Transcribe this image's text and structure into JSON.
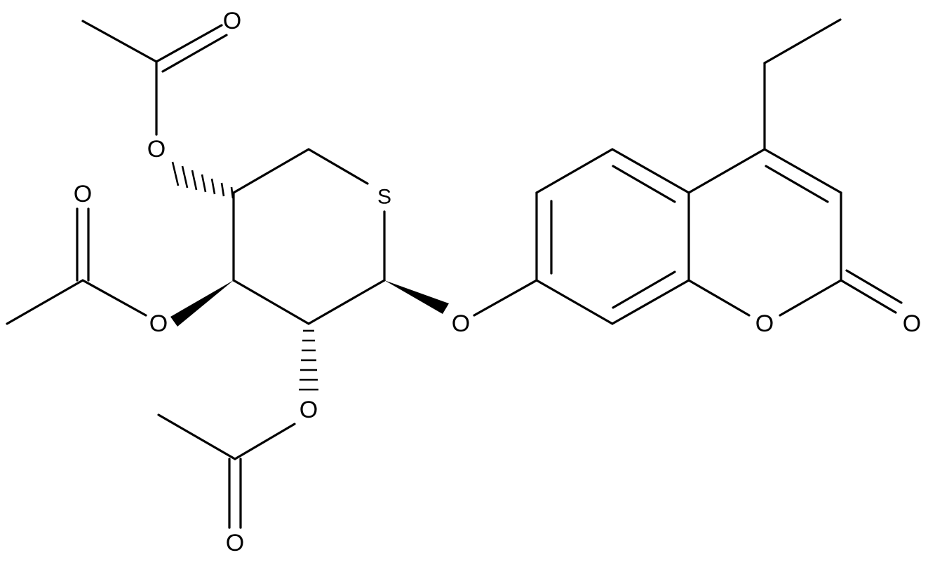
{
  "atoms": {
    "o_acetyl_top_carbonyl": "O",
    "o_acetyl_top_ester": "O",
    "o_acetyl_left_carbonyl": "O",
    "o_acetyl_left_ester": "O",
    "o_acetyl_bottom_ester": "O",
    "o_acetyl_bottom_carbonyl": "O",
    "s_ring": "S",
    "o_glycosidic": "O",
    "o_coumarin_ring": "O",
    "o_coumarin_carbonyl": "O"
  }
}
